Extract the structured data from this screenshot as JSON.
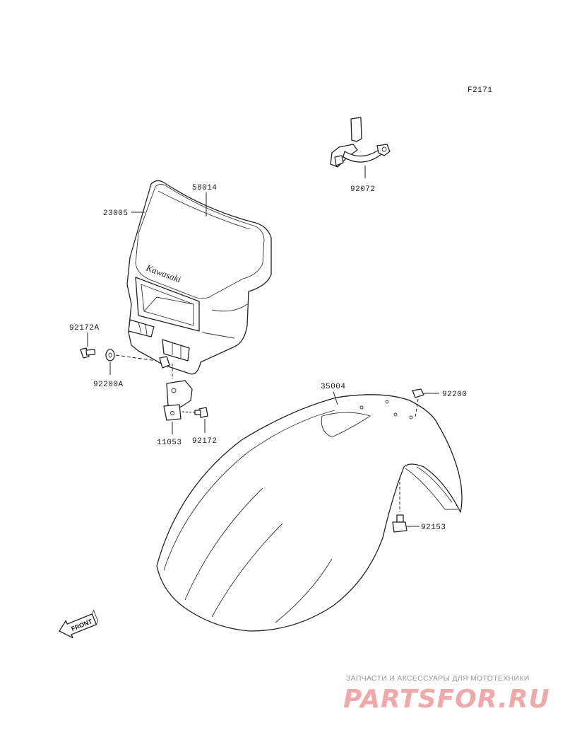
{
  "figure_code": "F2171",
  "parts": {
    "headlight_lens": "58014",
    "headlight_cover": "23005",
    "clamp": "92072",
    "bolt_a": "92172A",
    "washer_a": "92200A",
    "bracket": "11053",
    "bolt": "92172",
    "front_fender": "35004",
    "washer": "92200",
    "fender_bolt": "92153"
  },
  "brand_marking": "Kawasaki",
  "front_arrow": "FRONT",
  "watermark": {
    "caption": "ЗАПЧАСТИ И АКСЕССУАРЫ ДЛЯ МОТОТЕХНИКИ",
    "logo": "PARTSFOR.RU"
  }
}
